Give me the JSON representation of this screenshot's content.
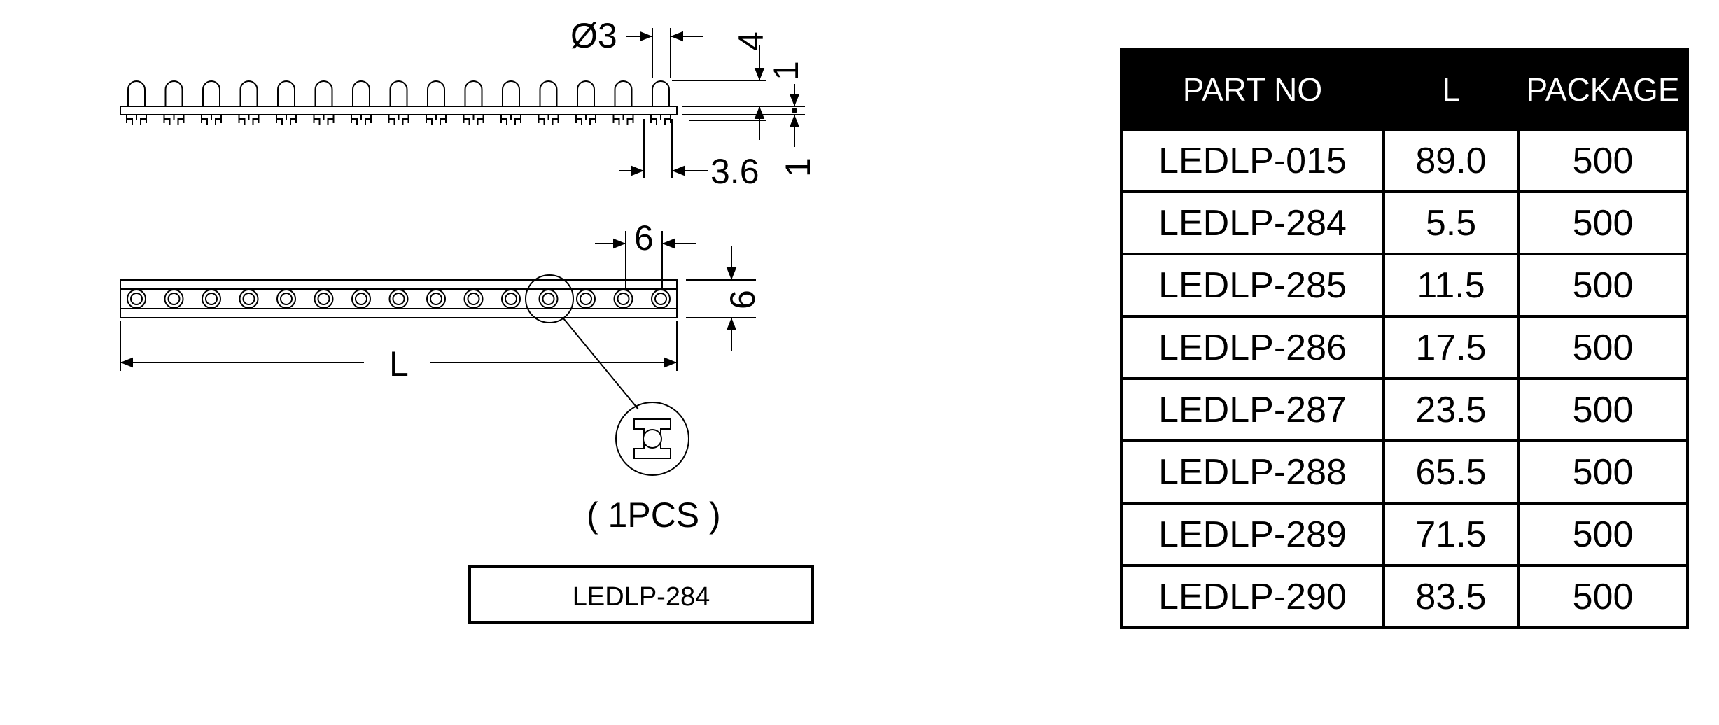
{
  "drawing": {
    "side_view": {
      "dim_diameter": "Ø3",
      "dim_height": "4",
      "dim_thickness_top": "1",
      "dim_thickness_bottom": "1",
      "dim_width": "3.6"
    },
    "top_view": {
      "dim_pitch": "6",
      "dim_height": "6",
      "dim_length": "L"
    },
    "detail_caption": "( 1PCS )",
    "part_label": "LEDLP-284"
  },
  "table": {
    "headers": [
      "PART NO",
      "L",
      "PACKAGE"
    ],
    "rows": [
      [
        "LEDLP-015",
        "89.0",
        "500"
      ],
      [
        "LEDLP-284",
        "5.5",
        "500"
      ],
      [
        "LEDLP-285",
        "11.5",
        "500"
      ],
      [
        "LEDLP-286",
        "17.5",
        "500"
      ],
      [
        "LEDLP-287",
        "23.5",
        "500"
      ],
      [
        "LEDLP-288",
        "65.5",
        "500"
      ],
      [
        "LEDLP-289",
        "71.5",
        "500"
      ],
      [
        "LEDLP-290",
        "83.5",
        "500"
      ]
    ]
  }
}
